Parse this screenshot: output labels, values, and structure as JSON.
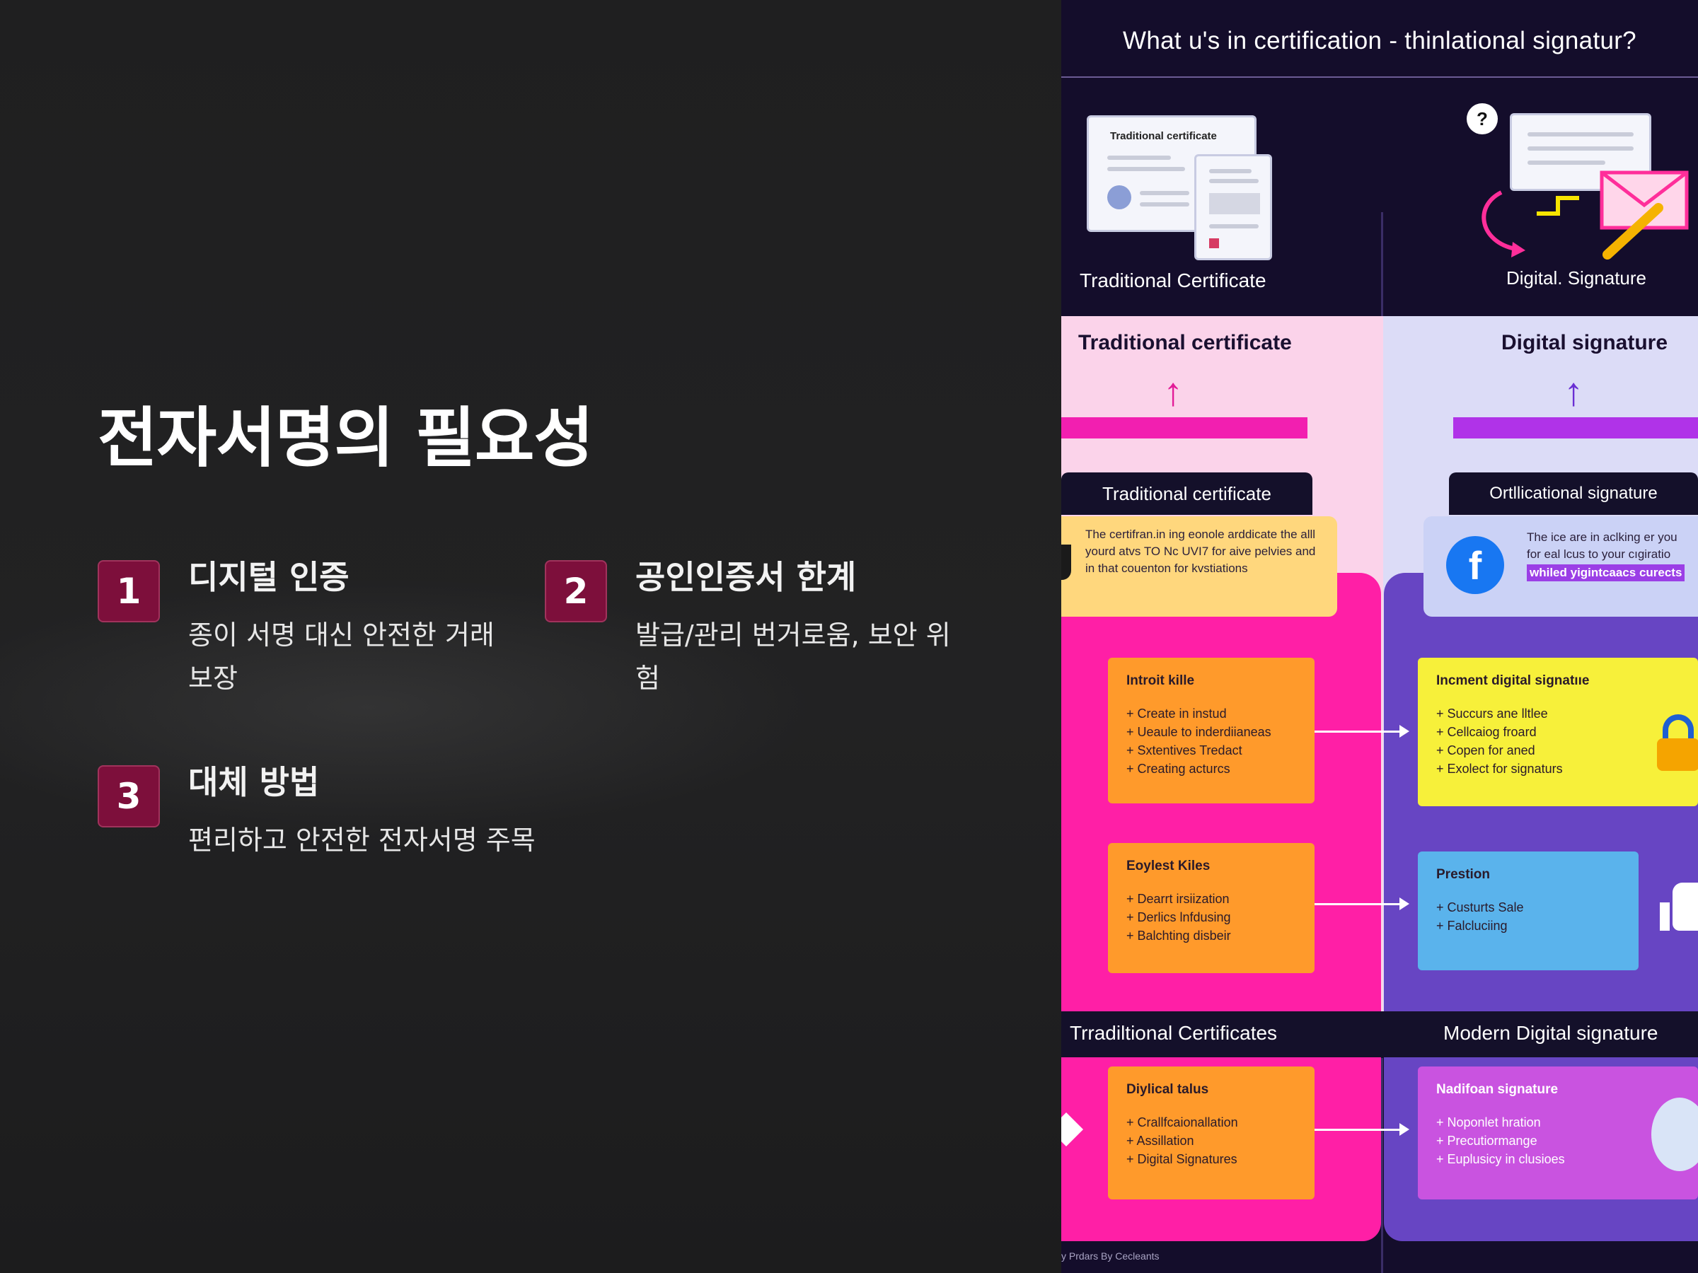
{
  "slide": {
    "title": "전자서명의 필요성",
    "items": [
      {
        "number": "1",
        "heading": "디지털 인증",
        "description": "종이 서명 대신 안전한 거래 보장"
      },
      {
        "number": "2",
        "heading": "공인인증서 한계",
        "description": "발급/관리 번거로움, 보안 위험"
      },
      {
        "number": "3",
        "heading": "대체 방법",
        "description": "편리하고 안전한 전자서명 주목"
      }
    ],
    "accent_color": "#7d0f3b"
  },
  "infographic": {
    "title": "What u's in certification - thinlational signatur?",
    "hero_left_card": "Traditional certificate",
    "hero_left_label": "Traditional Certificate",
    "hero_right_label": "Digital. Signature",
    "question_mark": "?",
    "left_header": "Traditional certificate",
    "right_header": "Digital signature",
    "left_tab": "Traditional certificate",
    "right_tab": "Ortllicational signature",
    "left_note": "The certifran.in ing eonole arddicate the alll yourd atvs TO Nc UVI7 for aive pelvies and in that couenton for kvstiations",
    "right_note_line1": "The ice are in aclking er you",
    "right_note_line2": "for eal lcus to your cıgiratio",
    "right_note_line3": "whiled yigintcaacs curects",
    "boxes": {
      "b1": {
        "title": "Introit kille",
        "lines": [
          "+ Create in instud",
          "+ Ueaule to inderdiianeas",
          "+ Sxtentives Tredact",
          "+ Creating acturcs"
        ]
      },
      "b2": {
        "title": "Incment digital signatııe",
        "lines": [
          "+ Succurs ane lltlee",
          "+ Cellcaiog froard",
          "+ Copen for aned",
          "+ Exolect for signaturs"
        ]
      },
      "b3": {
        "title": "Eoylest Kiles",
        "lines": [
          "+ Dearrt irsiization",
          "+ Derlics lnfdusing",
          "+ Balchting disbeir"
        ]
      },
      "b4": {
        "title": "Prestion",
        "lines": [
          "+ Custurts Sale",
          "+ Falcluciing"
        ]
      },
      "b5": {
        "title": "Diylical talus",
        "lines": [
          "+ Crallfcaionallation",
          "+ Assillation",
          "+ Digital Signatures"
        ]
      },
      "b6": {
        "title": "Nadifoan signature",
        "lines": [
          "+ Noponlet hration",
          "+ Precutiormange",
          "+ Euplusicy in clusioes"
        ]
      }
    },
    "bottom_left_label": "Trradiltional Certificates",
    "bottom_right_label": "Modern Digital signature",
    "footer": "y Prdars   By Cecleants",
    "colors": {
      "magenta": "#ff1fa6",
      "purple": "#6745c3",
      "orange": "#ff9a2b",
      "yellow": "#f7f03a",
      "blue": "#5ab3ec",
      "navy": "#140d2b"
    }
  }
}
